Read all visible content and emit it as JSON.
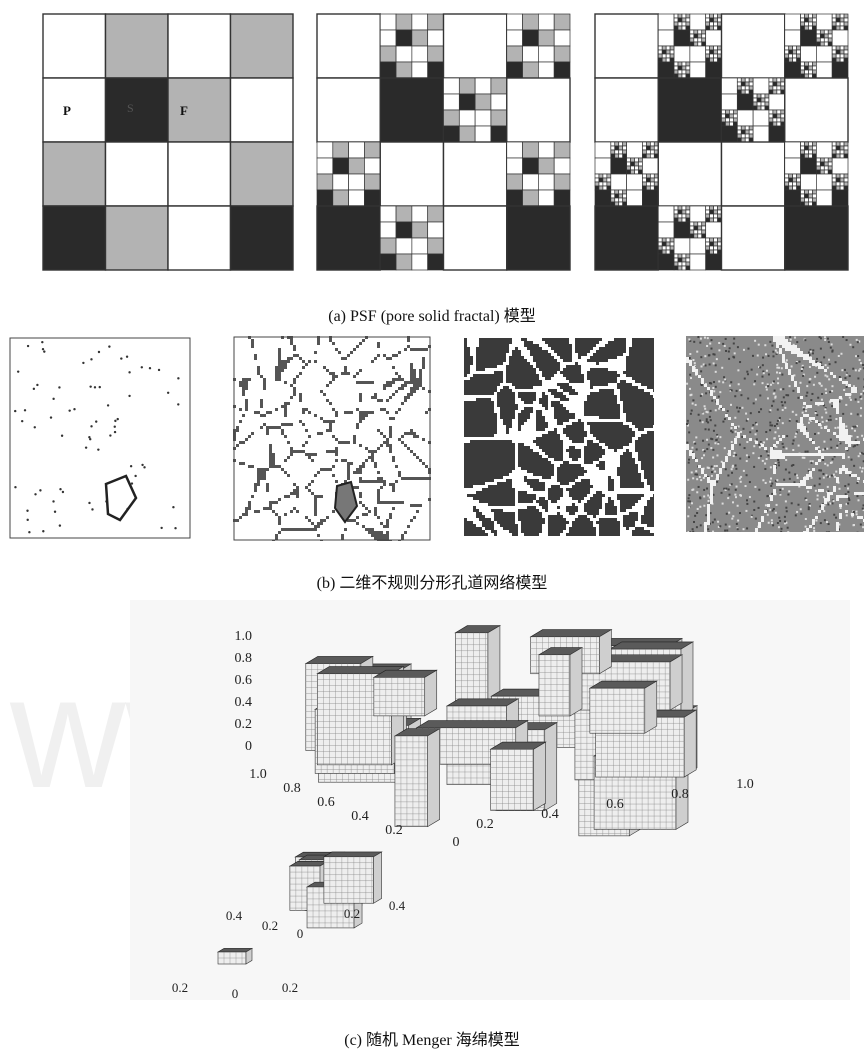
{
  "figure": {
    "captions": {
      "a": "(a) PSF (pore solid fractal) 模型",
      "b": "(b) 二维不规则分形孔道网络模型",
      "c": "(c) 随机 Menger 海绵模型"
    },
    "psf_labels": {
      "p": "P",
      "s": "S",
      "f": "F"
    },
    "psf_grid": [
      [
        "w",
        "g",
        "w",
        "g"
      ],
      [
        "w",
        "d",
        "g",
        "w"
      ],
      [
        "g",
        "w",
        "w",
        "g"
      ],
      [
        "d",
        "g",
        "w",
        "d"
      ]
    ],
    "colors": {
      "dark": "#2a2a2a",
      "gray": "#b3b3b3",
      "white": "#ffffff",
      "line": "#333333"
    },
    "menger_axes": {
      "z_ticks": [
        "1.0",
        "0.8",
        "0.6",
        "0.4",
        "0.2",
        "0"
      ],
      "left_ticks": [
        "1.0",
        "0.8",
        "0.6",
        "0.4",
        "0.2"
      ],
      "right_ticks": [
        "0.2",
        "0.4",
        "0.6",
        "0.8",
        "1.0"
      ],
      "origin": "0",
      "mid_left_ticks": [
        "0.4",
        "0.2"
      ],
      "mid_right_ticks": [
        "0.2",
        "0.4"
      ],
      "mid_origin": "0",
      "small_left_ticks": [
        "0.2"
      ],
      "small_right_ticks": [
        "0.2"
      ],
      "small_origin": "0"
    },
    "watermark": "www"
  }
}
